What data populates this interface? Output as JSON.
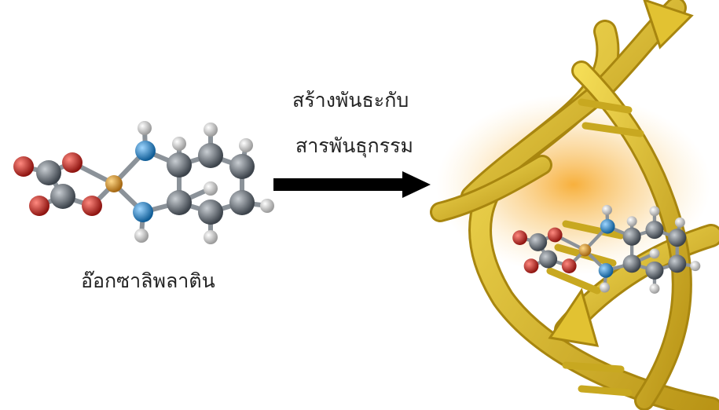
{
  "molecule_label": "อ๊อกซาลิพลาติน",
  "arrow_label_line1": "สร้างพันธะกับ",
  "arrow_label_line2": "สารพันธุกรรม",
  "colors": {
    "carbon": "#6e7680",
    "oxygen": "#d8342b",
    "nitrogen": "#2a8ad0",
    "platinum": "#e2a12b",
    "hydrogen": "#e9e9e9",
    "dna": "#e2c232",
    "arrow": "#000000"
  }
}
